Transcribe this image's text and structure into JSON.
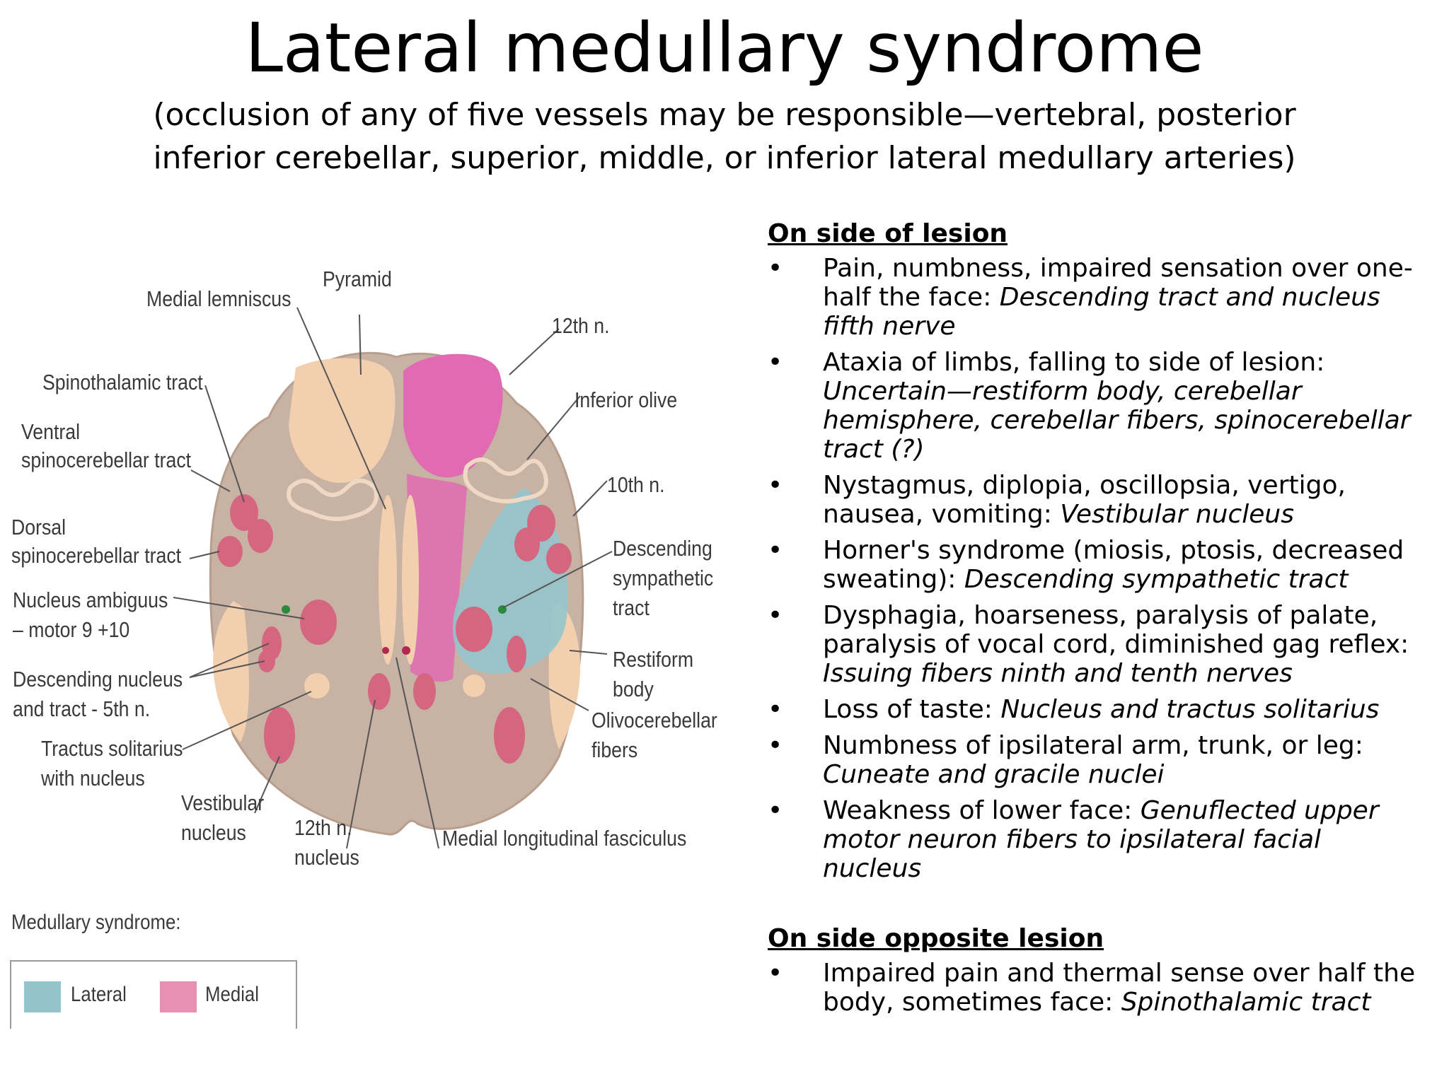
{
  "title": "Lateral medullary syndrome",
  "subtitle": "(occlusion of any of five vessels may be responsible—vertebral, posterior inferior cerebellar, superior, middle, or inferior lateral medullary arteries)",
  "sections": [
    {
      "heading": "On side of lesion",
      "items": [
        {
          "text": "Pain, numbness, impaired sensation over one-half the face: ",
          "italic": "Descending tract and nucleus fifth nerve"
        },
        {
          "text": "Ataxia of limbs, falling to side of lesion: ",
          "italic": "Uncertain—restiform body, cerebellar hemisphere, cerebellar fibers, spinocerebellar tract (?)"
        },
        {
          "text": "Nystagmus, diplopia, oscillopsia, vertigo, nausea, vomiting: ",
          "italic": "Vestibular nucleus"
        },
        {
          "text": "Horner's syndrome (miosis, ptosis, decreased sweating): ",
          "italic": "Descending sympathetic tract"
        },
        {
          "text": "Dysphagia, hoarseness, paralysis of palate, paralysis of vocal cord, diminished gag reflex: ",
          "italic": "Issuing fibers ninth and tenth nerves"
        },
        {
          "text": "Loss of taste: ",
          "italic": "Nucleus and tractus solitarius"
        },
        {
          "text": "Numbness of ipsilateral arm, trunk, or leg: ",
          "italic": "Cuneate and gracile nuclei"
        },
        {
          "text": "Weakness of lower face: ",
          "italic": "Genuflected upper motor neuron fibers to ipsilateral facial nucleus"
        }
      ]
    },
    {
      "heading": "On side opposite lesion",
      "items": [
        {
          "text": "Impaired pain and thermal sense over half the body, sometimes face: ",
          "italic": "Spinothalamic tract"
        }
      ]
    }
  ],
  "diagram_labels": {
    "pyramid": "Pyramid",
    "medial_lemniscus": "Medial lemniscus",
    "n12": "12th n.",
    "spinothalamic": "Spinothalamic tract",
    "inferior_olive": "Inferior olive",
    "ventral_sc_1": "Ventral",
    "ventral_sc_2": "spinocerebellar tract",
    "n10": "10th n.",
    "dorsal_sc_1": "Dorsal",
    "dorsal_sc_2": "spinocerebellar tract",
    "desc_symp_1": "Descending",
    "desc_symp_2": "sympathetic",
    "desc_symp_3": "tract",
    "ambiguus_1": "Nucleus ambiguus",
    "ambiguus_2": "– motor 9 +10",
    "restiform_1": "Restiform",
    "restiform_2": "body",
    "desc_nucleus_1": "Descending nucleus",
    "desc_nucleus_2": "and tract - 5th n.",
    "olivocerebellar_1": "Olivocerebellar",
    "olivocerebellar_2": "fibers",
    "solitarius_1": "Tractus solitarius",
    "solitarius_2": "with nucleus",
    "vestibular_1": "Vestibular",
    "vestibular_2": "nucleus",
    "n12_nucleus_1": "12th n.",
    "n12_nucleus_2": "nucleus",
    "mlf": "Medial longitudinal fasciculus"
  },
  "legend": {
    "title": "Medullary syndrome:",
    "items": [
      {
        "label": "Lateral",
        "color": "#93c4cc"
      },
      {
        "label": "Medial",
        "color": "#e88fb4"
      }
    ]
  },
  "colors": {
    "brainstem": "#c7b2a4",
    "tract_peach": "#f2cfae",
    "nucleus_red": "#d5667f",
    "lateral_zone": "#93c4cc",
    "medial_zone": "#e06ab4"
  }
}
